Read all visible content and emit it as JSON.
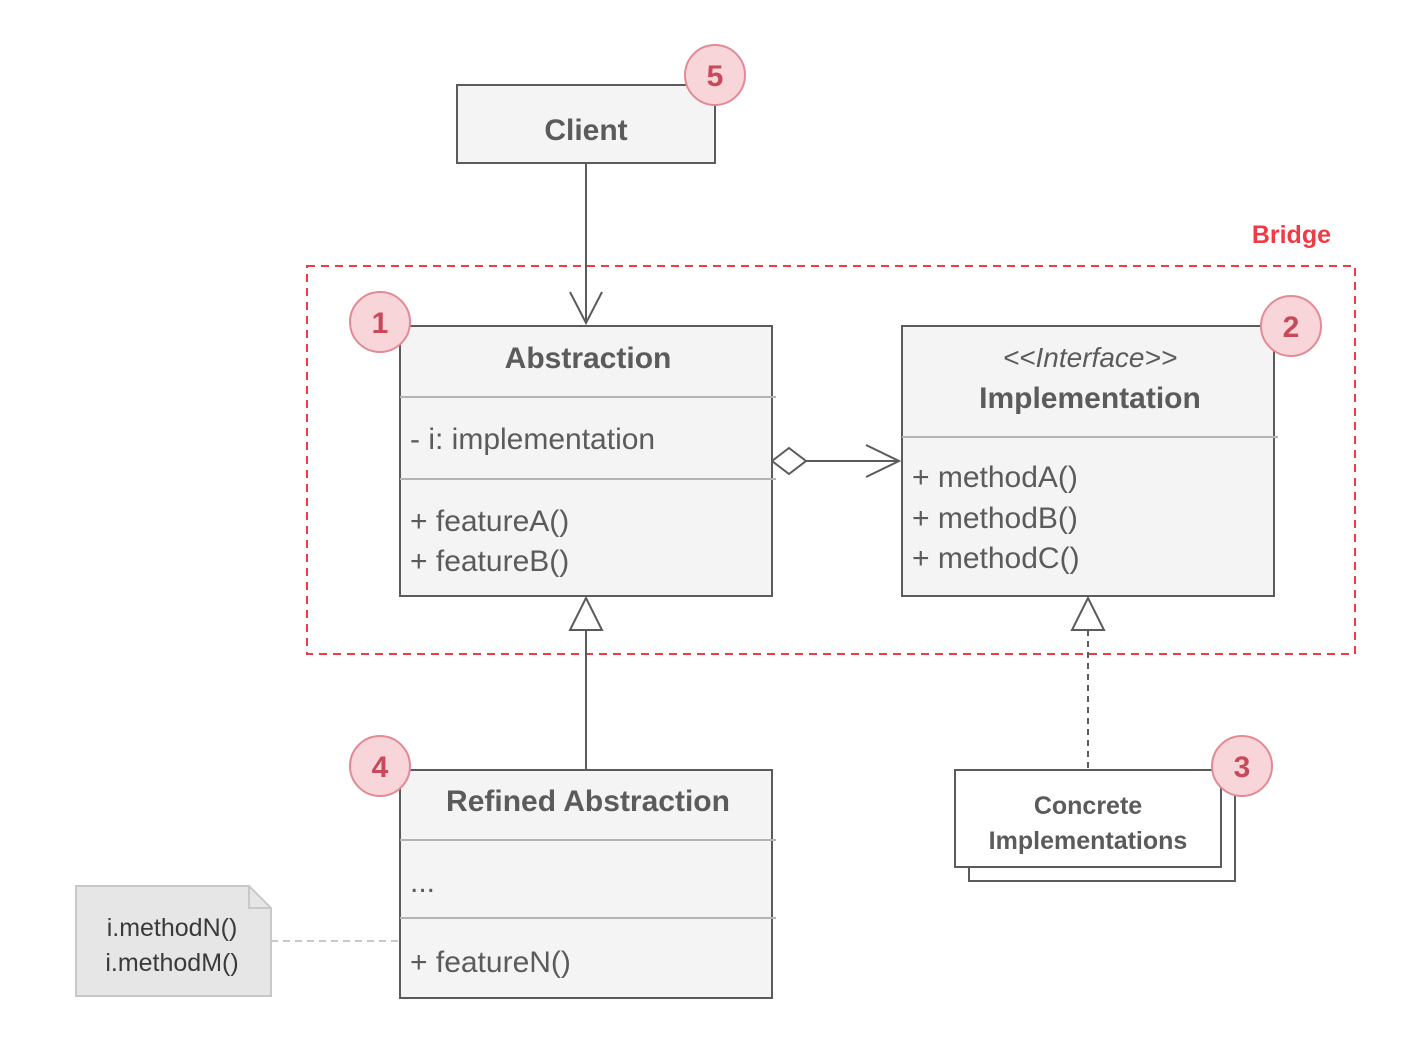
{
  "bridge": {
    "label": "Bridge",
    "color": "#ee3b45"
  },
  "colors": {
    "box_fill": "#f4f4f4",
    "box_stroke": "#5b5b5b",
    "divider": "#b4b4b4",
    "badge_fill": "#f7d5d9",
    "badge_stroke": "#e38a94",
    "badge_text": "#c8495a",
    "note_fill": "#e6e6e6",
    "note_stroke": "#c8c8c8"
  },
  "client": {
    "name": "Client",
    "badge": "5"
  },
  "abstraction": {
    "name": "Abstraction",
    "badge": "1",
    "fields": [
      "- i: implementation"
    ],
    "methods": [
      "+ featureA()",
      "+ featureB()"
    ]
  },
  "implementation": {
    "stereotype": "<<Interface>>",
    "name": "Implementation",
    "badge": "2",
    "methods": [
      "+ methodA()",
      "+ methodB()",
      "+ methodC()"
    ]
  },
  "concrete": {
    "lines": [
      "Concrete",
      "Implementations"
    ],
    "badge": "3"
  },
  "refined": {
    "name": "Refined Abstraction",
    "badge": "4",
    "fields": [
      "..."
    ],
    "methods": [
      "+ featureN()"
    ]
  },
  "note": {
    "lines": [
      "i.methodN()",
      "i.methodM()"
    ]
  }
}
